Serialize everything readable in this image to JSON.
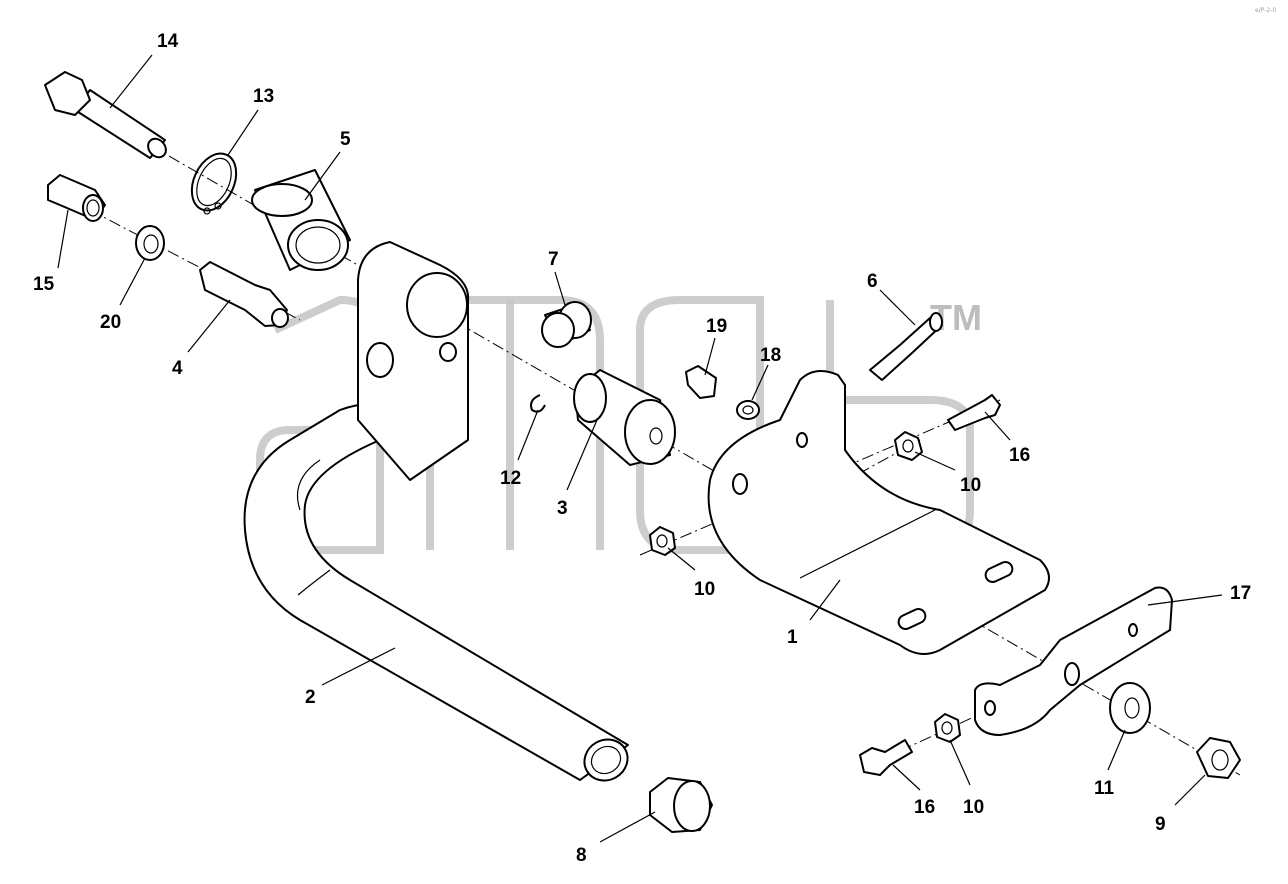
{
  "watermark": {
    "text": "TM"
  },
  "corner_mark": "e/P-2-0",
  "callouts": [
    {
      "id": "c1",
      "text": "1"
    },
    {
      "id": "c2",
      "text": "2"
    },
    {
      "id": "c3",
      "text": "3"
    },
    {
      "id": "c4",
      "text": "4"
    },
    {
      "id": "c5",
      "text": "5"
    },
    {
      "id": "c6",
      "text": "6"
    },
    {
      "id": "c7",
      "text": "7"
    },
    {
      "id": "c8",
      "text": "8"
    },
    {
      "id": "c9",
      "text": "9"
    },
    {
      "id": "c10a",
      "text": "10"
    },
    {
      "id": "c10b",
      "text": "10"
    },
    {
      "id": "c10c",
      "text": "10"
    },
    {
      "id": "c11",
      "text": "11"
    },
    {
      "id": "c12",
      "text": "12"
    },
    {
      "id": "c13",
      "text": "13"
    },
    {
      "id": "c14",
      "text": "14"
    },
    {
      "id": "c15",
      "text": "15"
    },
    {
      "id": "c16a",
      "text": "16"
    },
    {
      "id": "c16b",
      "text": "16"
    },
    {
      "id": "c17",
      "text": "17"
    },
    {
      "id": "c18",
      "text": "18"
    },
    {
      "id": "c19",
      "text": "19"
    },
    {
      "id": "c20",
      "text": "20"
    }
  ]
}
